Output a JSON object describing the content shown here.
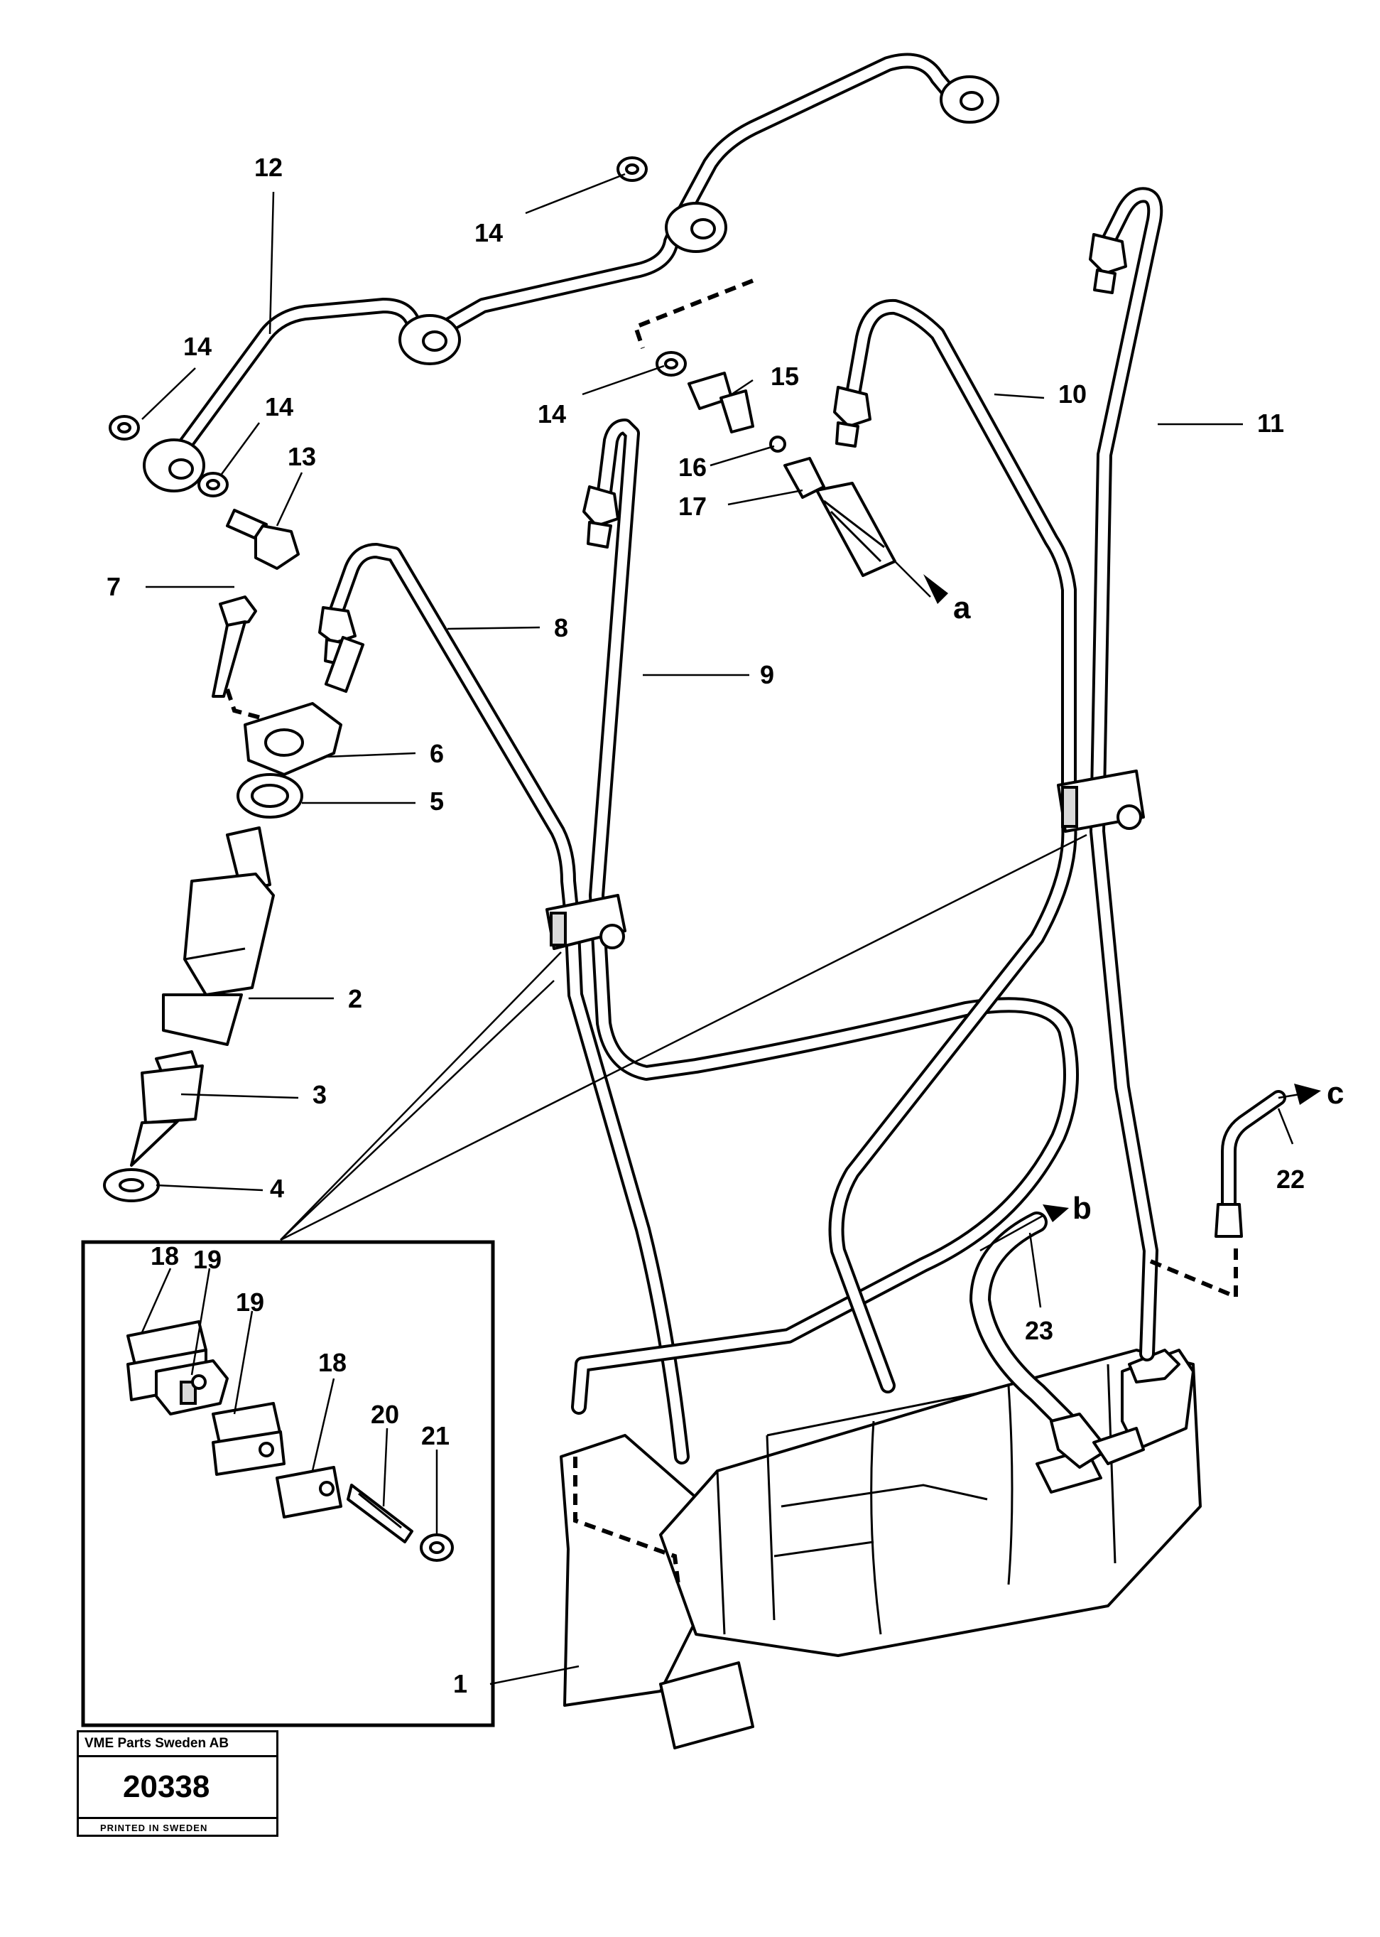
{
  "callouts": {
    "c1": "1",
    "c2": "2",
    "c3": "3",
    "c4": "4",
    "c5": "5",
    "c6": "6",
    "c7": "7",
    "c8": "8",
    "c9": "9",
    "c10": "10",
    "c11": "11",
    "c12": "12",
    "c13": "13",
    "c14": "14",
    "c15": "15",
    "c16": "16",
    "c17": "17",
    "c18": "18",
    "c19": "19",
    "c20": "20",
    "c21": "21",
    "c22": "22",
    "c23": "23"
  },
  "arrows": {
    "a": "a",
    "b": "b",
    "c": "c"
  },
  "stamp": {
    "company": "VME Parts Sweden AB",
    "number": "20338",
    "printed": "PRINTED IN SWEDEN"
  }
}
